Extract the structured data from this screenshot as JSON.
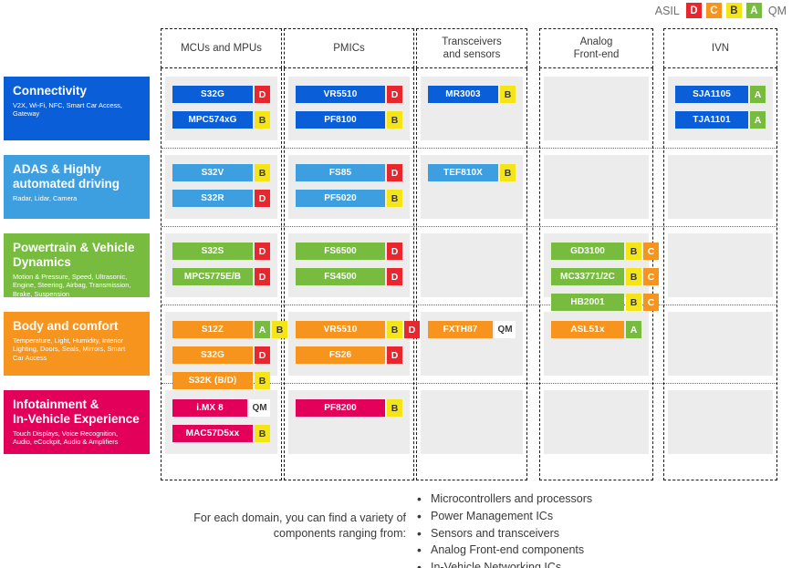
{
  "legend": {
    "label": "ASIL",
    "qm": "QM",
    "grades": [
      {
        "letter": "D",
        "color": "#e8262d"
      },
      {
        "letter": "C",
        "color": "#f7941e"
      },
      {
        "letter": "B",
        "color": "#f5e416"
      },
      {
        "letter": "A",
        "color": "#77bc3f"
      }
    ]
  },
  "columns": [
    {
      "id": "mcus",
      "title": "MCUs and MPUs"
    },
    {
      "id": "pmics",
      "title": "PMICs"
    },
    {
      "id": "transceivers",
      "title": "Transceivers\nand sensors"
    },
    {
      "id": "analog",
      "title": "Analog\nFront-end"
    },
    {
      "id": "ivn",
      "title": "IVN"
    }
  ],
  "domains": [
    {
      "id": "connectivity",
      "title": "Connectivity",
      "subtitle": "V2X, Wi-Fi, NFC, Smart Car Access,\nGateway",
      "color": "#0a5ed7"
    },
    {
      "id": "adas",
      "title": "ADAS & Highly\nautomated driving",
      "subtitle": "Radar, Lidar, Camera",
      "color": "#3e9fe0"
    },
    {
      "id": "powertrain",
      "title": "Powertrain & Vehicle\nDynamics",
      "subtitle": "Motion & Pressure, Speed, Ultrasonic,\nEngine, Steering, Airbag, Transmission,\nBrake, Suspension",
      "color": "#77bc3f"
    },
    {
      "id": "body",
      "title": "Body and comfort",
      "subtitle": "Temperature, Light, Humidity, Interior\nLighting, Doors, Seals, Mirrors, Smart\nCar Access",
      "color": "#f7941e"
    },
    {
      "id": "infotainment",
      "title": "Infotainment &\nIn-Vehicle Experience",
      "subtitle": "Touch Displays, Voice Recognition,\nAudio, eCockpit, Audio & Amplifiers",
      "color": "#e2005a"
    }
  ],
  "parts": [
    {
      "name": "S32G",
      "grades": [
        "D"
      ],
      "row": 0,
      "col": 0,
      "fill": "#0a5ed7"
    },
    {
      "name": "MPC574xG",
      "grades": [
        "B"
      ],
      "row": 0,
      "col": 0,
      "fill": "#0a5ed7"
    },
    {
      "name": "VR5510",
      "grades": [
        "D"
      ],
      "row": 0,
      "col": 1,
      "fill": "#0a5ed7"
    },
    {
      "name": "PF8100",
      "grades": [
        "B"
      ],
      "row": 0,
      "col": 1,
      "fill": "#0a5ed7"
    },
    {
      "name": "MR3003",
      "grades": [
        "B"
      ],
      "row": 0,
      "col": 2,
      "fill": "#0a5ed7"
    },
    {
      "name": "SJA1105",
      "grades": [
        "A"
      ],
      "row": 0,
      "col": 4,
      "fill": "#0a5ed7"
    },
    {
      "name": "TJA1101",
      "grades": [
        "A"
      ],
      "row": 0,
      "col": 4,
      "fill": "#0a5ed7"
    },
    {
      "name": "S32V",
      "grades": [
        "B"
      ],
      "row": 1,
      "col": 0,
      "fill": "#3e9fe0"
    },
    {
      "name": "S32R",
      "grades": [
        "D"
      ],
      "row": 1,
      "col": 0,
      "fill": "#3e9fe0"
    },
    {
      "name": "FS85",
      "grades": [
        "D"
      ],
      "row": 1,
      "col": 1,
      "fill": "#3e9fe0"
    },
    {
      "name": "PF5020",
      "grades": [
        "B"
      ],
      "row": 1,
      "col": 1,
      "fill": "#3e9fe0"
    },
    {
      "name": "TEF810X",
      "grades": [
        "B"
      ],
      "row": 1,
      "col": 2,
      "fill": "#3e9fe0"
    },
    {
      "name": "S32S",
      "grades": [
        "D"
      ],
      "row": 2,
      "col": 0,
      "fill": "#77bc3f"
    },
    {
      "name": "MPC5775E/B",
      "grades": [
        "D"
      ],
      "row": 2,
      "col": 0,
      "fill": "#77bc3f"
    },
    {
      "name": "FS6500",
      "grades": [
        "D"
      ],
      "row": 2,
      "col": 1,
      "fill": "#77bc3f"
    },
    {
      "name": "FS4500",
      "grades": [
        "D"
      ],
      "row": 2,
      "col": 1,
      "fill": "#77bc3f"
    },
    {
      "name": "GD3100",
      "grades": [
        "B",
        "C"
      ],
      "row": 2,
      "col": 3,
      "fill": "#77bc3f"
    },
    {
      "name": "MC33771/2C",
      "grades": [
        "B",
        "C"
      ],
      "row": 2,
      "col": 3,
      "fill": "#77bc3f"
    },
    {
      "name": "HB2001",
      "grades": [
        "B",
        "C"
      ],
      "row": 2,
      "col": 3,
      "fill": "#77bc3f"
    },
    {
      "name": "S12Z",
      "grades": [
        "A",
        "B"
      ],
      "row": 3,
      "col": 0,
      "fill": "#f7941e"
    },
    {
      "name": "S32G",
      "grades": [
        "D"
      ],
      "row": 3,
      "col": 0,
      "fill": "#f7941e"
    },
    {
      "name": "S32K (B/D)",
      "grades": [
        "B"
      ],
      "row": 3,
      "col": 0,
      "fill": "#f7941e"
    },
    {
      "name": "VR5510",
      "grades": [
        "B",
        "D"
      ],
      "row": 3,
      "col": 1,
      "fill": "#f7941e"
    },
    {
      "name": "FS26",
      "grades": [
        "D"
      ],
      "row": 3,
      "col": 1,
      "fill": "#f7941e"
    },
    {
      "name": "FXTH87",
      "grades": [
        "QM"
      ],
      "row": 3,
      "col": 2,
      "fill": "#f7941e"
    },
    {
      "name": "ASL51x",
      "grades": [
        "A"
      ],
      "row": 3,
      "col": 3,
      "fill": "#f7941e"
    },
    {
      "name": "i.MX 8",
      "grades": [
        "QM"
      ],
      "row": 4,
      "col": 0,
      "fill": "#e2005a"
    },
    {
      "name": "MAC57D5xx",
      "grades": [
        "B"
      ],
      "row": 4,
      "col": 0,
      "fill": "#e2005a"
    },
    {
      "name": "PF8200",
      "grades": [
        "B"
      ],
      "row": 4,
      "col": 1,
      "fill": "#e2005a"
    }
  ],
  "footer": {
    "intro": "For each domain, you can find a variety of components ranging from:",
    "items": [
      "Microcontrollers and processors",
      "Power Management ICs",
      "Sensors and transceivers",
      "Analog Front-end components",
      "In-Vehicle Networking ICs"
    ]
  },
  "grade_colors": {
    "D": "#e8262d",
    "C": "#f7941e",
    "B": "#f5e416",
    "A": "#77bc3f",
    "QM": "#ffffff"
  }
}
